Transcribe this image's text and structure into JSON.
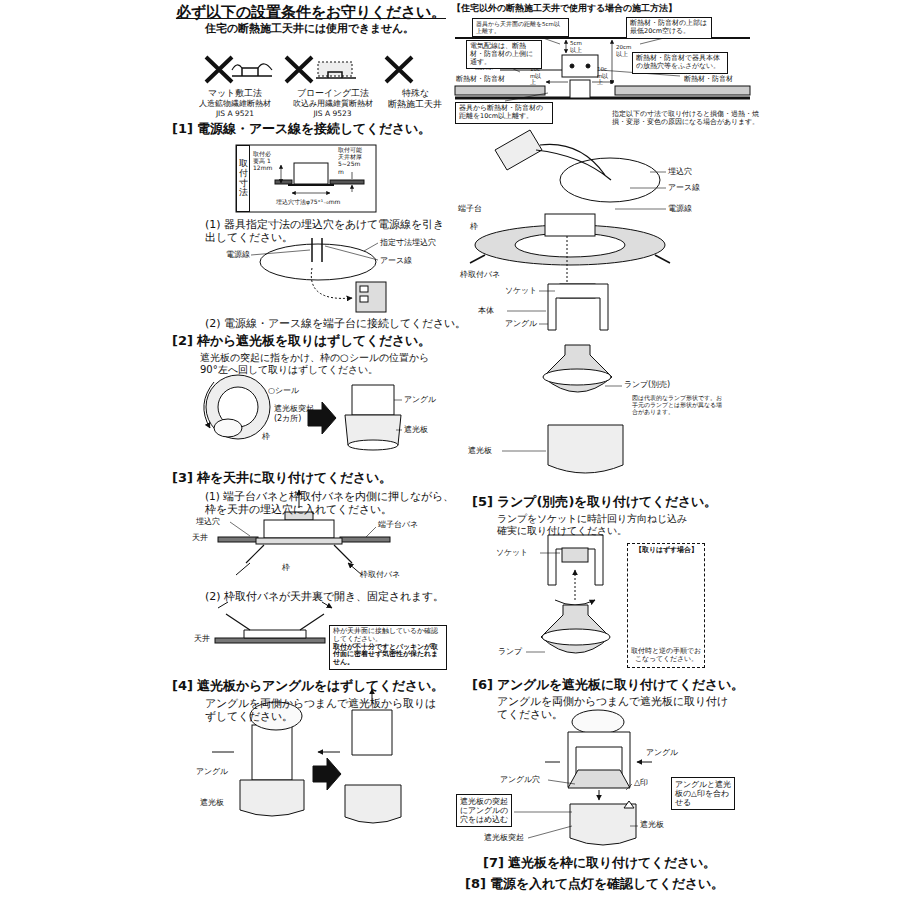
{
  "diagram": {
    "title": "必ず以下の設置条件をお守りください。",
    "nodes": [
      {
        "text": [
          "取付寸法"
        ]
      },
      {
        "text": [
          "枠が天井面に接触しているか確認してください。",
          "取付が不十分ですとパッキンが取付面に密着せず気密性が保たれません。"
        ]
      },
      {
        "text": [
          "器具から天井面の距離を5cm以上離す。"
        ]
      },
      {
        "text": [
          "断熱材・防音材の上部は最低20cm空ける。"
        ]
      },
      {
        "text": [
          "電気配線は、断熱材・防音材の上側に通す。"
        ]
      },
      {
        "text": [
          "断熱材・防音材で器具本体の放熱穴等をふさがない。"
        ]
      },
      {
        "text": [
          "器具から断熱材・防音材の距離を10cm以上離す。"
        ]
      },
      {
        "text": [
          "【取りはずす場合】",
          "取付時と逆の手順でおこなってください。"
        ]
      },
      {
        "text": [
          "アングルと遮光板の△印を合わせる"
        ]
      },
      {
        "text": [
          "遮光板の突起にアングルの穴をはめ込む"
        ]
      }
    ],
    "labels": [
      "住宅の断熱施工天井には使用できません。",
      "マット敷工法",
      "人造鉱物繊維断熱材",
      "JIS A 9521",
      "ブローイング工法",
      "吹込み用繊維質断熱材",
      "JIS A 9523",
      "特殊な",
      "断熱施工天井",
      "[1] 電源線・アース線を接続してください。",
      "取付可能天井材厚 5~25mm",
      "取付必要高 112mm",
      "埋込穴寸法φ75⁺¹₋₀mm",
      "(1) 器具指定寸法の埋込穴をあけて電源線を引き出してください。",
      "指定寸法埋込穴",
      "電源線",
      "アース線",
      "(2) 電源線・アース線を端子台に接続してください。",
      "[2] 枠から遮光板を取りはずしてください。",
      "遮光板の突起に指をかけ、枠の○シールの位置から90°左へ回して取りはずしてください。",
      "○シール",
      "遮光板突起 (2カ所)",
      "枠",
      "アングル",
      "遮光板",
      "[3] 枠を天井に取り付けてください。",
      "(1) 端子台バネと枠取付バネを内側に押しながら、枠を天井の埋込穴に入れてください。",
      "埋込穴",
      "天井",
      "端子台バネ",
      "枠",
      "枠取付バネ",
      "(2) 枠取付バネが天井裏で開き、固定されます。",
      "天井",
      "[4] 遮光板からアングルをはずしてください。",
      "アングルを両側からつまんで遮光板から取りはずしてください。",
      "アングル",
      "遮光板",
      "【住宅以外の断熱施工天井で使用する場合の施工方法】",
      "5cm以上",
      "20cm以上",
      "電源線",
      "10cm以上",
      "10cm以上",
      "断熱材・防音材",
      "断熱材・防音材",
      "指定以下の寸法で取り付けると損傷・過熱・焼損・変形・変色の原因になる場合があります。",
      "埋込穴",
      "アース線",
      "電源線",
      "端子台",
      "枠",
      "枠取付バネ",
      "ソケット",
      "本体",
      "アングル",
      "ランプ(別売)",
      "図は代表的なランプ形状です。お手元のランプとは形状が異なる場合があります。",
      "遮光板",
      "[5] ランプ(別売)を取り付けてください。",
      "ランプをソケットに時計回り方向ねじ込み確実に取り付けてください。",
      "ソケット",
      "ランプ",
      "[6] アングルを遮光板に取り付けてください。",
      "アングルを両側からつまんで遮光板に取り付けてください。",
      "アングル",
      "アングル穴",
      "△印",
      "遮光板突起",
      "遮光板",
      "[7] 遮光板を枠に取り付けてください。",
      "[8] 電源を入れて点灯を確認してください。"
    ]
  }
}
